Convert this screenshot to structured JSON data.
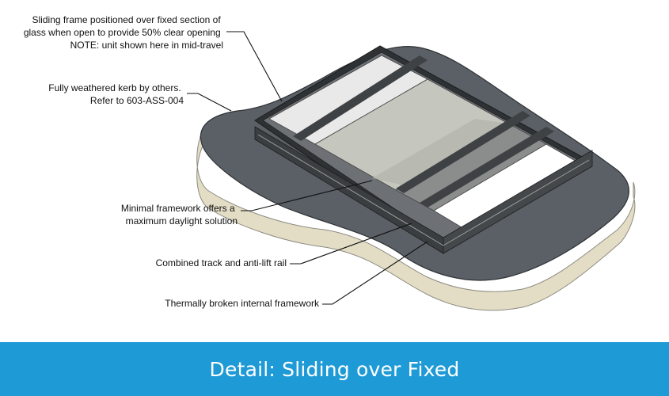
{
  "annotations": {
    "sliding_frame": [
      "Sliding frame positioned over fixed section of",
      "glass when open to provide 50% clear opening",
      "NOTE: unit shown here in mid-travel"
    ],
    "kerb": [
      "Fully weathered kerb by others.",
      "Refer to 603-ASS-004"
    ],
    "framework": [
      "Minimal framework offers a",
      "maximum daylight solution"
    ],
    "track": "Combined track and anti-lift rail",
    "thermal": "Thermally broken internal framework"
  },
  "caption": "Detail: Sliding over Fixed",
  "colors": {
    "caption_bar": "#1e9ad6",
    "caption_text": "#ffffff",
    "roof_top": "#5b6066",
    "roof_side": "#e3ddc6",
    "frame": "#3f4245"
  }
}
